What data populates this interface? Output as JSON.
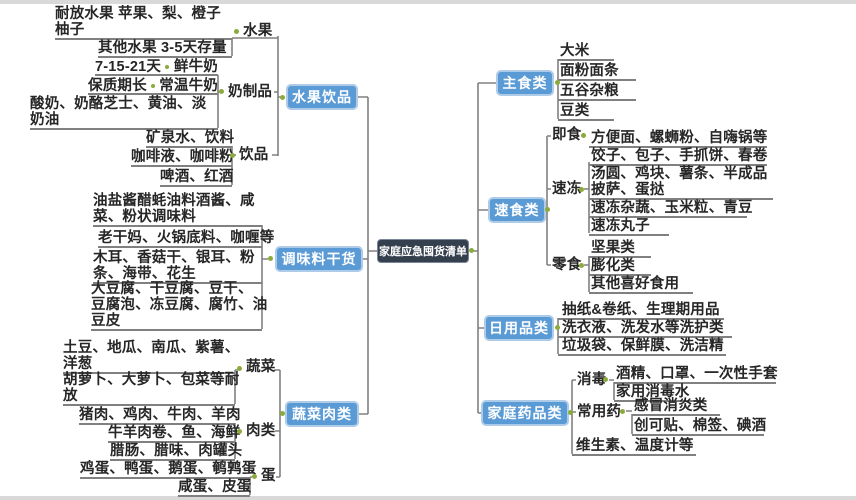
{
  "colors": {
    "branch_node_blue": "#5b9bd5",
    "central_node_dark": "#35404e",
    "connector_dot_green": "#8aab3c",
    "line_gray": "#808080",
    "text_dark": "#262626"
  },
  "center": {
    "label": "家庭应急囤货清单"
  },
  "left": {
    "fruit_drinks": {
      "label": "水果饮品",
      "fruit": {
        "label": "水果",
        "durable": "耐放水果 苹果、梨、橙子\n柚子",
        "other": "其他水果 3-5天存量"
      },
      "dairy": {
        "label": "奶制品",
        "fresh_prefix": "7-15-21天",
        "fresh": "鲜牛奶",
        "uht_prefix": "保质期长",
        "uht": "常温牛奶",
        "other": "酸奶、奶酪芝士、黄油、淡\n奶油"
      },
      "drinks": {
        "label": "饮品",
        "water": "矿泉水、饮料",
        "coffee": "咖啡液、咖啡粉",
        "alcohol": "啤酒、红酒"
      }
    },
    "seasoning": {
      "label": "调味料干货",
      "sauces": "油盐酱醋蚝油料酒酱、咸\n菜、粉状调味料",
      "hotpot": "老干妈、火锅底料、咖喱等",
      "dried": "木耳、香菇干、银耳、粉\n条、海带、花生",
      "tofu": "大豆腐、干豆腐、豆干、\n豆腐泡、冻豆腐、腐竹、油\n豆皮"
    },
    "veg_meat": {
      "label": "蔬菜肉类",
      "veg": {
        "label": "蔬菜",
        "roots": "土豆、地瓜、南瓜、紫薯、\n洋葱",
        "durable": "胡萝卜、大萝卜、包菜等耐\n放"
      },
      "meat": {
        "label": "肉类",
        "fresh": "猪肉、鸡肉、牛肉、羊肉",
        "rolls": "牛羊肉卷、鱼、海鲜",
        "cured": "腊肠、腊味、肉罐头"
      },
      "egg": {
        "label": "蛋",
        "fresh": "鸡蛋、鸭蛋、鹅蛋、鹌鹑蛋",
        "preserved": "咸蛋、皮蛋"
      }
    }
  },
  "right": {
    "staple": {
      "label": "主食类",
      "items": [
        "大米",
        "面粉面条",
        "五谷杂粮",
        "豆类"
      ]
    },
    "fastfood": {
      "label": "速食类",
      "instant": {
        "label": "即食",
        "item": "方便面、螺蛳粉、自嗨锅等"
      },
      "frozen": {
        "label": "速冻",
        "items": [
          "饺子、包子、手抓饼、春卷",
          "汤圆、鸡块、薯条、半成品\n披萨、蛋挞",
          "速冻杂蔬、玉米粒、青豆",
          "速冻丸子"
        ]
      },
      "snacks": {
        "label": "零食",
        "items": [
          "坚果类",
          "膨化类",
          "其他喜好食用"
        ]
      }
    },
    "daily": {
      "label": "日用品类",
      "items": [
        "抽纸&卷纸、生理期用品",
        "洗衣液、洗发水等洗护类",
        "垃圾袋、保鲜膜、洗洁精"
      ]
    },
    "medicine": {
      "label": "家庭药品类",
      "disinfect": {
        "label": "消毒",
        "items": [
          "酒精、口罩、一次性手套",
          "家用消毒水"
        ]
      },
      "drugs": {
        "label": "常用药",
        "items": [
          "感冒消炎类",
          "创可贴、棉签、碘酒"
        ]
      },
      "other": "维生素、温度计等"
    }
  }
}
